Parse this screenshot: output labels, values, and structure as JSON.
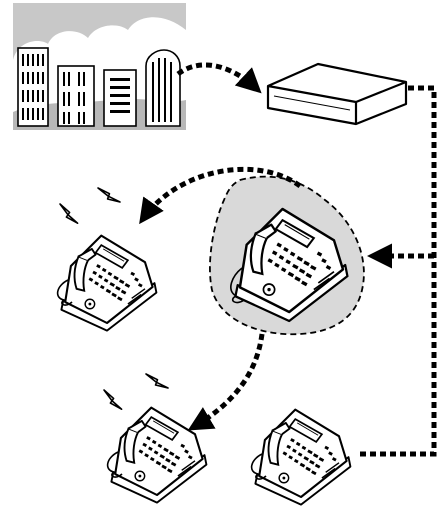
{
  "diagram": {
    "nodes": [
      {
        "id": "city",
        "icon": "city-skyline-icon"
      },
      {
        "id": "pbx",
        "icon": "pbx-unit-icon"
      },
      {
        "id": "phone-ringing-left",
        "icon": "desk-phone-icon",
        "state": "ringing"
      },
      {
        "id": "phone-highlighted-center",
        "icon": "desk-phone-icon",
        "state": "highlighted"
      },
      {
        "id": "phone-ringing-bottom",
        "icon": "desk-phone-icon",
        "state": "ringing"
      },
      {
        "id": "phone-idle-bottom-right",
        "icon": "desk-phone-icon",
        "state": "idle"
      }
    ],
    "connections": [
      {
        "from": "city",
        "to": "pbx",
        "style": "dashed-arrow"
      },
      {
        "from": "pbx",
        "to": "phone-highlighted-center",
        "style": "dashed-arrow"
      },
      {
        "from": "pbx",
        "to": "phone-idle-bottom-right",
        "style": "dashed-line"
      },
      {
        "from": "phone-highlighted-center",
        "to": "phone-ringing-left",
        "style": "dashed-arrow"
      },
      {
        "from": "phone-highlighted-center",
        "to": "phone-ringing-bottom",
        "style": "dashed-arrow"
      }
    ],
    "colors": {
      "line": "#000000",
      "highlight_fill": "#d9d9d9",
      "city_background": "#c8c8c8",
      "background": "#ffffff"
    }
  }
}
